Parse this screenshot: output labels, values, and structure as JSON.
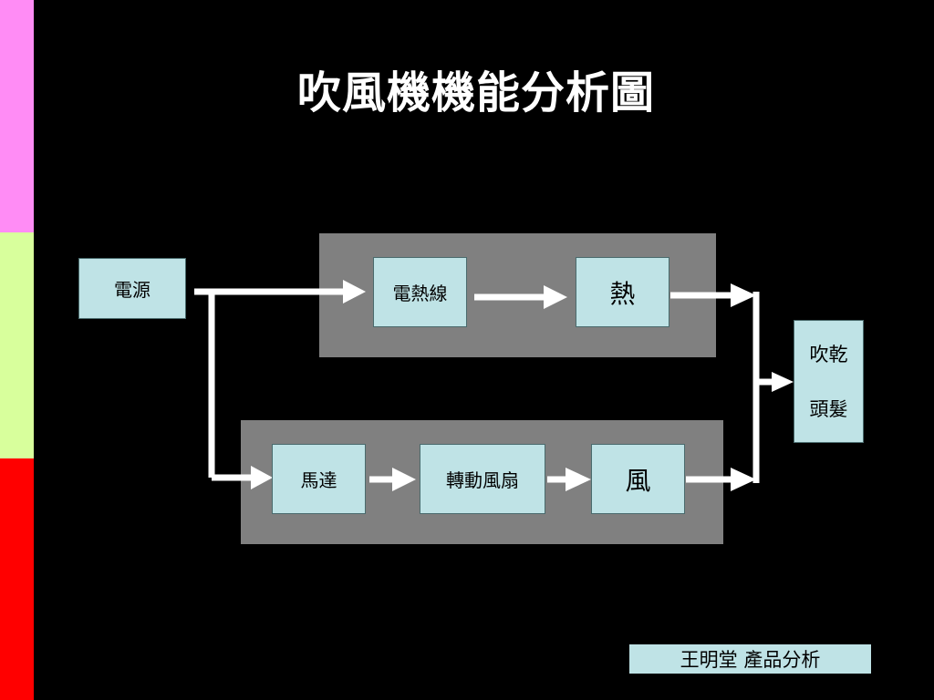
{
  "stripe_colors": {
    "top": "#ff8cf5",
    "middle": "#d8ff9c",
    "bottom": "#ff0000"
  },
  "title": "吹風機機能分析圖",
  "nodes": {
    "power": "電源",
    "heating_wire": "電熱線",
    "heat": "熱",
    "motor": "馬達",
    "rotating_fan": "轉動風扇",
    "wind": "風",
    "result_line1": "吹乾",
    "result_line2": "頭髮"
  },
  "footer": "王明堂  產品分析",
  "colors": {
    "box_fill": "#bfe3e6",
    "group_fill": "#808080",
    "arrow": "#ffffff",
    "background": "#000000"
  }
}
